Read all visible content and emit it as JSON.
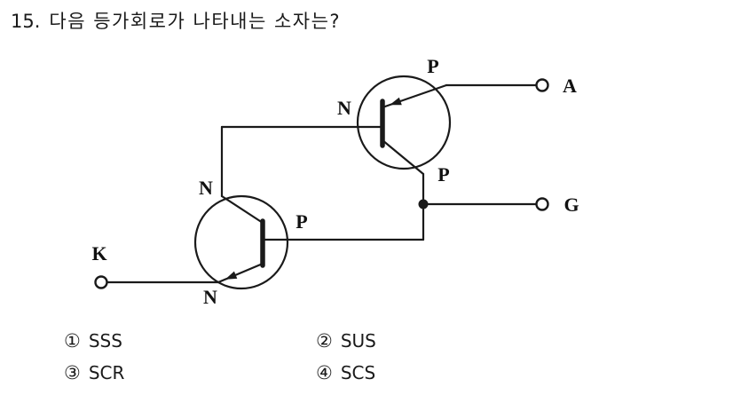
{
  "question": {
    "number": "15.",
    "text": "다음 등가회로가 나타내는 소자는?"
  },
  "circuit": {
    "labels": {
      "pnp_emitter": "P",
      "pnp_base": "N",
      "pnp_collector": "P",
      "npn_collector": "N",
      "npn_base": "P",
      "npn_emitter": "N"
    },
    "terminals": {
      "anode": "A",
      "gate": "G",
      "cathode": "K"
    },
    "line_color": "#1a1a1a"
  },
  "options": [
    {
      "marker": "①",
      "label": "SSS"
    },
    {
      "marker": "②",
      "label": "SUS"
    },
    {
      "marker": "③",
      "label": "SCR"
    },
    {
      "marker": "④",
      "label": "SCS"
    }
  ]
}
